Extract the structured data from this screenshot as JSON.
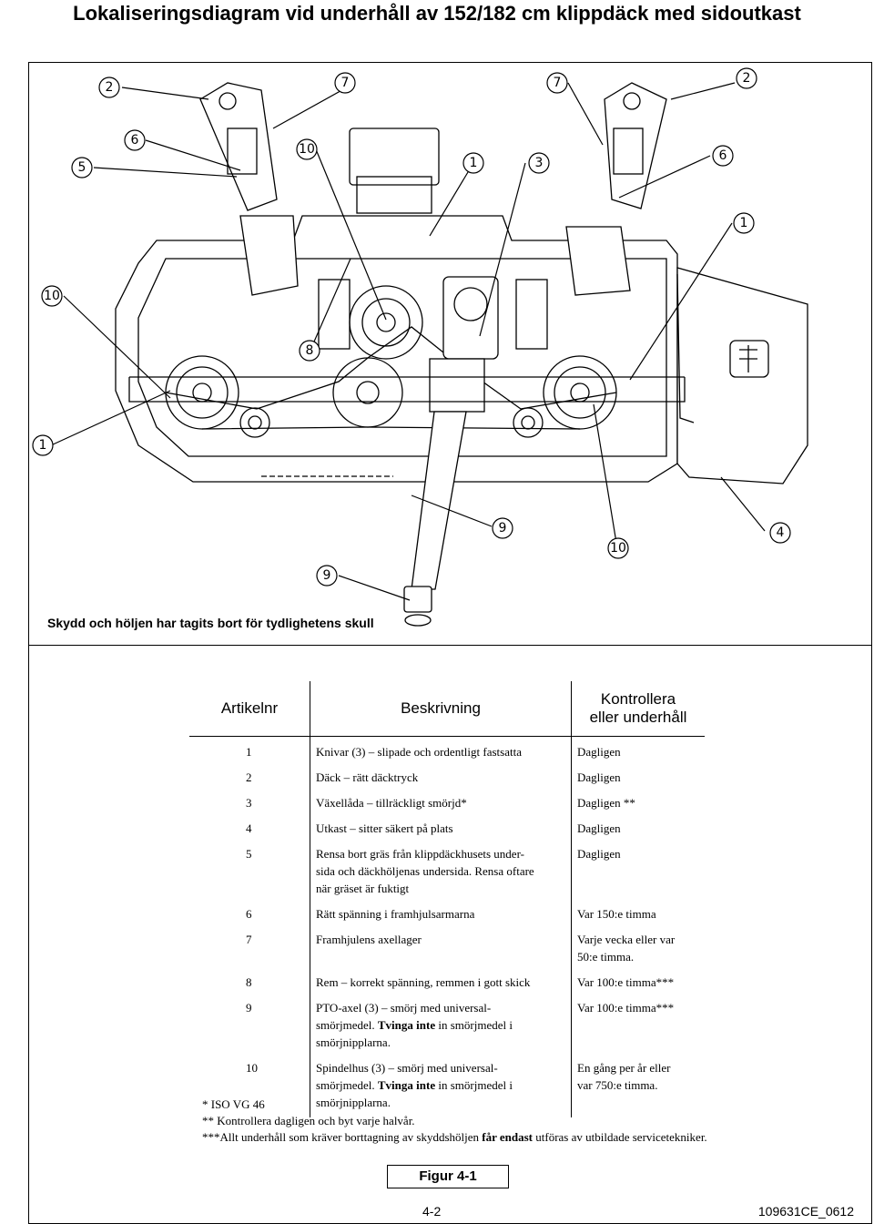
{
  "page": {
    "title": "Lokaliseringsdiagram vid underhåll av 152/182 cm klippdäck med sidoutkast",
    "caption": "Skydd och höljen har tagits bort för tydlighetens skull",
    "figure_label": "Figur 4-1",
    "page_number": "4-2",
    "doc_id": "109631CE_0612"
  },
  "callouts": {
    "c2a": "2",
    "c7a": "7",
    "c7b": "7",
    "c2b": "2",
    "c6a": "6",
    "c5": "5",
    "c10a": "10",
    "c1a": "1",
    "c3": "3",
    "c6b": "6",
    "c1b": "1",
    "c10b": "10",
    "c8": "8",
    "c1c": "1",
    "c9a": "9",
    "c4": "4",
    "c10c": "10",
    "c9b": "9"
  },
  "table": {
    "headers": {
      "part": "Artikelnr",
      "desc": "Beskrivning",
      "check_line1": "Kontrollera",
      "check_line2": "eller underhåll"
    },
    "rows": [
      {
        "num": "1",
        "desc": [
          "Knivar (3) – slipade och ordentligt fastsatta"
        ],
        "check": [
          "Dagligen"
        ]
      },
      {
        "num": "2",
        "desc": [
          "Däck – rätt däcktryck"
        ],
        "check": [
          "Dagligen"
        ]
      },
      {
        "num": "3",
        "desc": [
          "Växellåda – tillräckligt smörjd*"
        ],
        "check": [
          "Dagligen **"
        ]
      },
      {
        "num": "4",
        "desc": [
          "Utkast – sitter säkert på plats"
        ],
        "check": [
          "Dagligen"
        ]
      },
      {
        "num": "5",
        "desc": [
          "Rensa bort gräs från klippdäckhusets under-",
          "sida och däckhöljenas undersida. Rensa oftare",
          "när gräset är fuktigt"
        ],
        "check": [
          "Dagligen"
        ]
      },
      {
        "num": "6",
        "desc": [
          "Rätt spänning i framhjulsarmarna"
        ],
        "check": [
          "Var 150:e timma"
        ]
      },
      {
        "num": "7",
        "desc": [
          "Framhjulens axellager"
        ],
        "check": [
          "Varje vecka eller var",
          "50:e timma."
        ]
      },
      {
        "num": "8",
        "desc": [
          "Rem – korrekt spänning, remmen i gott skick"
        ],
        "check": [
          "Var 100:e timma***"
        ]
      },
      {
        "num": "9",
        "desc_parts": {
          "l1": "PTO-axel (3) – smörj med universal-",
          "l2a": "smörjmedel. ",
          "l2b": "Tvinga inte",
          "l2c": " in smörjmedel i",
          "l3": "smörjnipplarna."
        },
        "check": [
          "Var 100:e timma***"
        ]
      },
      {
        "num": "10",
        "desc_parts": {
          "l1": "Spindelhus (3) – smörj med universal-",
          "l2a": "smörjmedel. ",
          "l2b": "Tvinga inte",
          "l2c": " in smörjmedel i",
          "l3": "smörjnipplarna."
        },
        "check": [
          "En gång per år eller",
          "var 750:e timma."
        ]
      }
    ]
  },
  "notes": {
    "n1": "* ISO VG 46",
    "n2": "** Kontrollera dagligen och byt varje halvår.",
    "n3a": "***Allt underhåll som kräver borttagning av skyddshöljen ",
    "n3b": "får endast",
    "n3c": " utföras av utbildade servicetekniker."
  }
}
